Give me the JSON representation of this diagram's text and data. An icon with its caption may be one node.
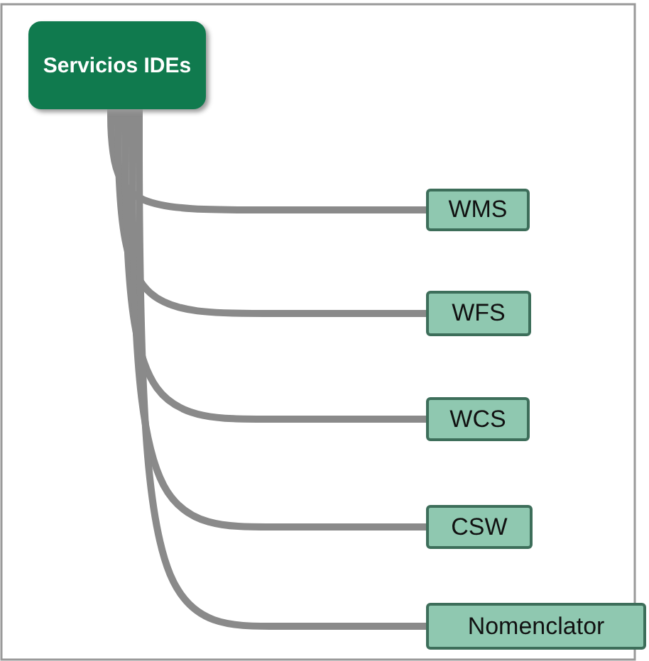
{
  "diagram": {
    "nodes": [
      {
        "text": [
          "Servicios IDEs"
        ]
      },
      {
        "text": [
          "WMS"
        ]
      },
      {
        "text": [
          "WFS"
        ]
      },
      {
        "text": [
          "WCS"
        ]
      },
      {
        "text": [
          "CSW"
        ]
      },
      {
        "text": [
          "Nomenclator"
        ]
      }
    ],
    "edges": [
      {
        "from": 0,
        "to": 1,
        "arrow": "none"
      },
      {
        "from": 0,
        "to": 2,
        "arrow": "none"
      },
      {
        "from": 0,
        "to": 3,
        "arrow": "none"
      },
      {
        "from": 0,
        "to": 4,
        "arrow": "none"
      },
      {
        "from": 0,
        "to": 5,
        "arrow": "none"
      }
    ]
  }
}
